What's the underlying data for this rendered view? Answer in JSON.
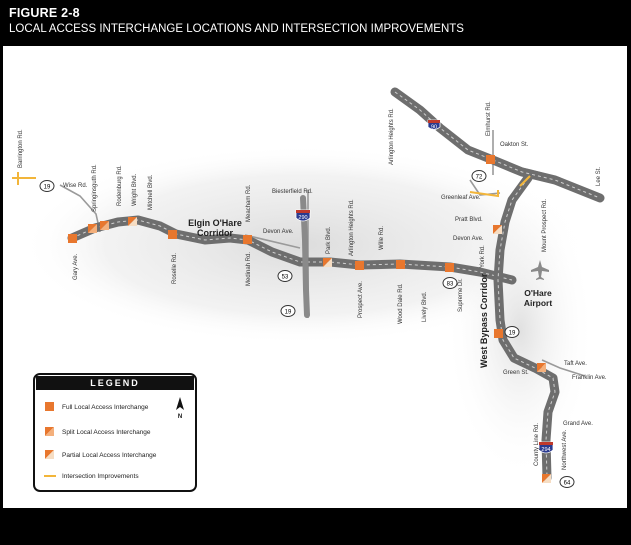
{
  "header": {
    "figure_label": "FIGURE 2-8",
    "title": "LOCAL ACCESS INTERCHANGE LOCATIONS AND INTERSECTION IMPROVEMENTS"
  },
  "corridors": {
    "elgin_ohare_line1": "Elgin O'Hare",
    "elgin_ohare_line2": "Corridor",
    "west_bypass": "West Bypass Corridor"
  },
  "airport": {
    "line1": "O'Hare",
    "line2": "Airport",
    "icon": "airplane-icon"
  },
  "streets": {
    "barrington": "Barrington Rd.",
    "wise": "Wise Rd.",
    "springinsguth": "Springinsguth Rd.",
    "rodenburg": "Rodenburg Rd.",
    "wright": "Wright Blvd.",
    "mitchell": "Mitchell Blvd.",
    "gary": "Gary Ave.",
    "roselle": "Roselle Rd.",
    "meacham": "Meacham Rd.",
    "medinah": "Medinah Rd.",
    "devon_west": "Devon Ave.",
    "biesterfield": "Biesterfield Rd.",
    "park": "Park Blvd.",
    "arlington_south": "Arlington Heights Rd.",
    "wille": "Wille Rd.",
    "prospect": "Prospect Ave.",
    "wood_dale": "Wood Dale Rd.",
    "lively": "Lively Blvd.",
    "supreme": "Supreme Dr.",
    "york": "York Rd.",
    "arlington_north": "Arlington Heights Rd.",
    "elmhurst": "Elmhurst Rd.",
    "oakton": "Oakton St.",
    "lee": "Lee St.",
    "greenleaf": "Greenleaf Ave.",
    "pratt": "Pratt Blvd.",
    "devon_east": "Devon Ave.",
    "mount_prospect": "Mount Prospect Rd.",
    "taft": "Taft Ave.",
    "franklin": "Franklin Ave.",
    "green": "Green St.",
    "county_line": "County Line Rd.",
    "grand": "Grand Ave.",
    "northwest": "Northwest Ave."
  },
  "route_shields": {
    "il19_west": "19",
    "il53": "53",
    "il19_south": "19",
    "il83": "83",
    "il72": "72",
    "il19_east": "19",
    "il64": "64",
    "i290": "290",
    "i90": "90",
    "i294": "294"
  },
  "legend": {
    "title": "LEGEND",
    "items": [
      {
        "label": "Full Local Access Interchange",
        "kind": "full"
      },
      {
        "label": "Split Local Access Interchange",
        "kind": "split"
      },
      {
        "label": "Partial Local Access Interchange",
        "kind": "partial"
      },
      {
        "label": "Intersection Improvements",
        "kind": "intersection"
      }
    ],
    "north_label": "N"
  },
  "colors": {
    "highway": "#6e6e6e",
    "interchange": "#e8772e",
    "intersection": "#f2b53a",
    "interstate_shield": "#2a3a8f"
  }
}
